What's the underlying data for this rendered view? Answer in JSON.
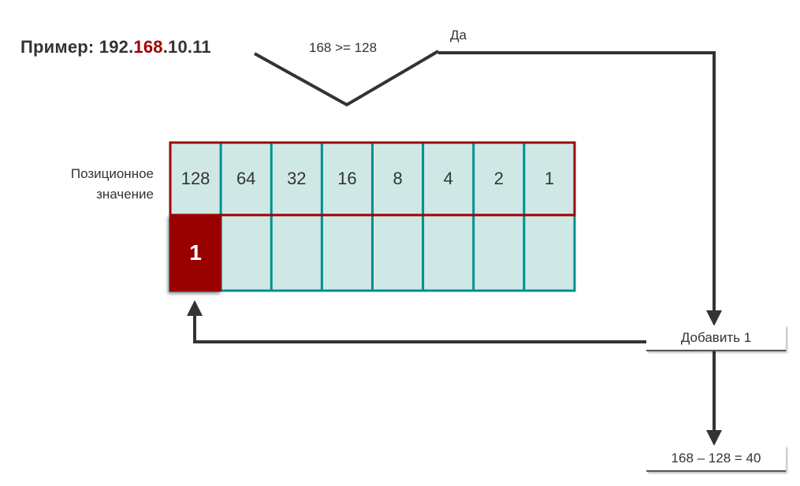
{
  "title": {
    "prefix": "Пример: 192.",
    "highlight": "168",
    "suffix": ".10.11"
  },
  "condition": "168 >= 128",
  "yes_label": "Да",
  "position_label_line1": "Позиционное",
  "position_label_line2": "значение",
  "place_values": [
    "128",
    "64",
    "32",
    "16",
    "8",
    "4",
    "2",
    "1"
  ],
  "bits": [
    "1",
    "",
    "",
    "",
    "",
    "",
    "",
    ""
  ],
  "add_label": "Добавить 1",
  "result_label": "168 – 128 = 40",
  "colors": {
    "cell_fill": "#cfe8e6",
    "teal": "#008f8c",
    "red_border": "#a00000",
    "bit_fill": "#990000",
    "arrow": "#333333"
  }
}
